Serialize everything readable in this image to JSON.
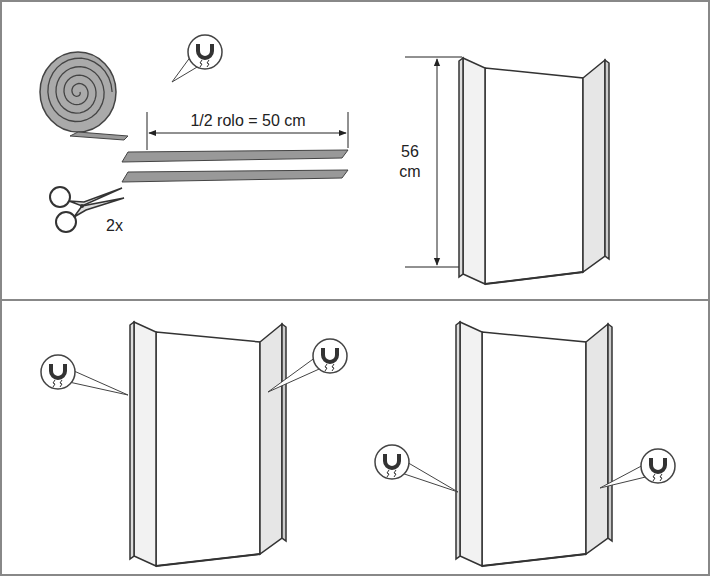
{
  "diagram": {
    "labels": [
      "1/2 rolo = 50 cm",
      "2x",
      "56 cm"
    ]
  }
}
